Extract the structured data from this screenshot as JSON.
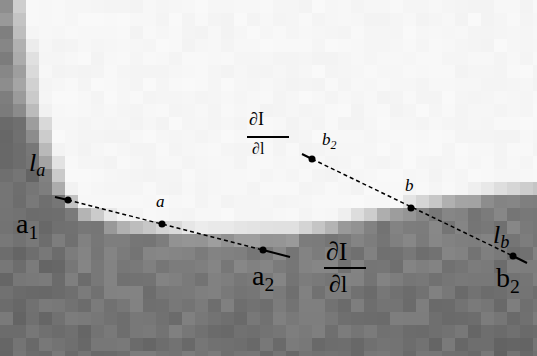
{
  "diagram": {
    "labels": [
      "la",
      "a1",
      "a",
      "∂I",
      "∂l",
      "b2",
      "b",
      "∂I",
      "∂l",
      "a2",
      "lb",
      "b2"
    ]
  }
}
